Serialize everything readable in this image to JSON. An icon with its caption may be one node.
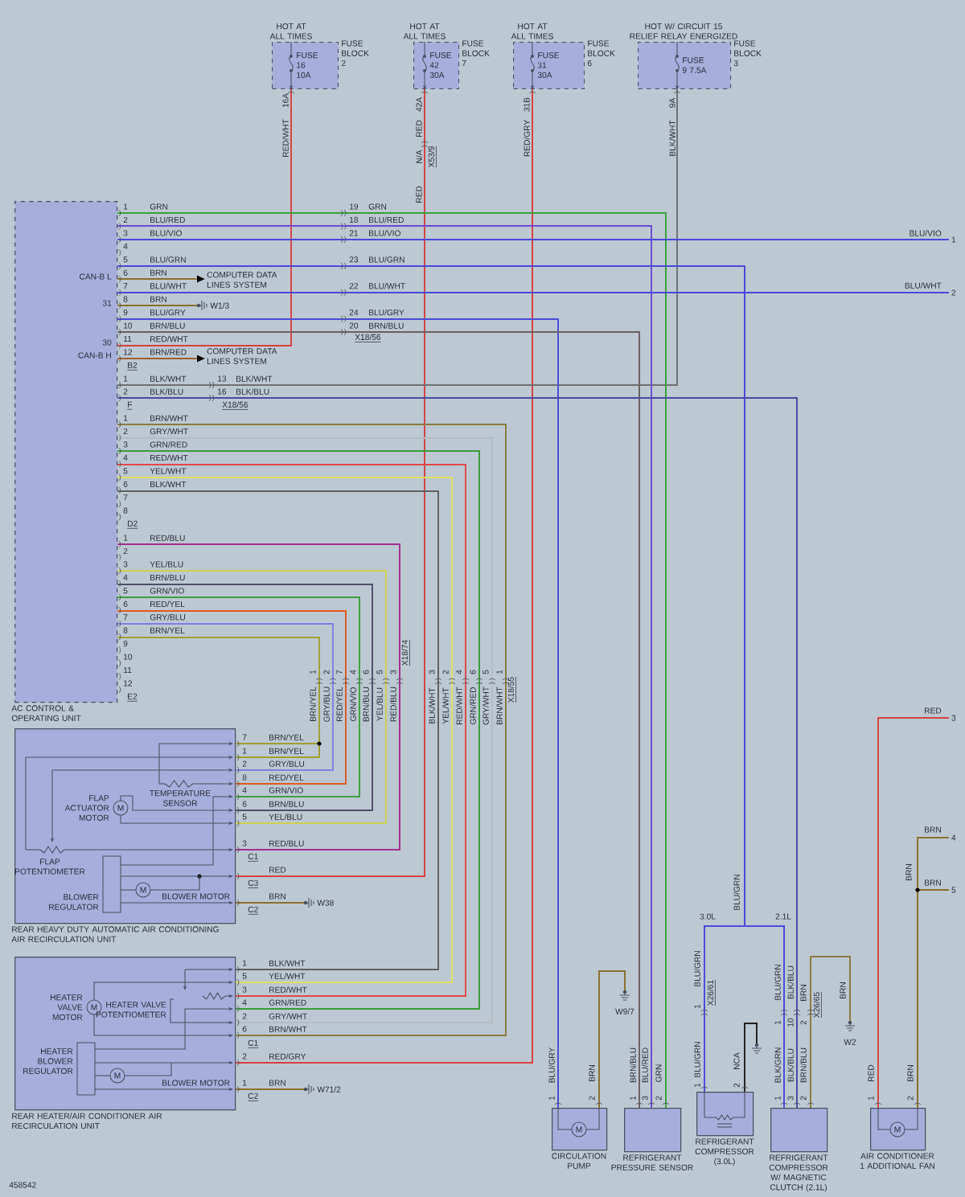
{
  "diagram": {
    "nodes": [
      {
        "text": [
          "HOT AT ALL TIMES",
          "FUSE 16 10A",
          "FUSE BLOCK 2"
        ]
      },
      {
        "text": [
          "HOT AT ALL TIMES",
          "FUSE 42 30A",
          "FUSE BLOCK 7"
        ]
      },
      {
        "text": [
          "HOT AT ALL TIMES",
          "FUSE 31 30A",
          "FUSE BLOCK 6"
        ]
      },
      {
        "text": [
          "HOT W/ CIRCUIT 15 RELIEF RELAY ENERGIZED",
          "FUSE 9 7.5A",
          "FUSE BLOCK 3"
        ]
      },
      {
        "text": [
          "AC CONTROL & OPERATING UNIT"
        ]
      },
      {
        "text": [
          "COMPUTER DATA LINES SYSTEM"
        ]
      },
      {
        "text": [
          "COMPUTER DATA LINES SYSTEM"
        ]
      },
      {
        "text": [
          "W1/3"
        ]
      },
      {
        "text": [
          "REAR HEAVY DUTY AUTOMATIC AIR CONDITIONING AIR RECIRCULATION UNIT"
        ]
      },
      {
        "text": [
          "W38"
        ]
      },
      {
        "text": [
          "REAR HEATER/AIR CONDITIONER AIR RECIRCULATION UNIT"
        ]
      },
      {
        "text": [
          "W71/2"
        ]
      },
      {
        "text": [
          "CIRCULATION PUMP"
        ]
      },
      {
        "text": [
          "W9/7"
        ]
      },
      {
        "text": [
          "REFRIGERANT PRESSURE SENSOR"
        ]
      },
      {
        "text": [
          "REFRIGERANT COMPRESSOR (3.0L)"
        ]
      },
      {
        "text": [],
        "shape": "ground"
      },
      {
        "text": [
          "REFRIGERANT COMPRESSOR W/ MAGNETIC CLUTCH (2.1L)"
        ]
      },
      {
        "text": [
          "W2"
        ]
      },
      {
        "text": [
          "AIR CONDITIONER 1 ADDITIONAL FAN"
        ]
      },
      {
        "text": [
          "1"
        ]
      },
      {
        "text": [
          "2"
        ]
      },
      {
        "text": [
          "3"
        ]
      },
      {
        "text": [
          "4"
        ]
      },
      {
        "text": [
          "5"
        ]
      }
    ],
    "edges": [
      {
        "from": 0,
        "to": 4,
        "arrow": "none",
        "color": "#d84040"
      },
      {
        "from": 1,
        "to": 8,
        "arrow": "none",
        "color": "#d84040"
      },
      {
        "from": 2,
        "to": 10,
        "arrow": "none",
        "color": "#d84040"
      },
      {
        "from": 3,
        "to": 4,
        "arrow": "none",
        "color": "#707070"
      },
      {
        "from": 4,
        "to": 14,
        "arrow": "none",
        "color": "#3aa03a"
      },
      {
        "from": 4,
        "to": 14,
        "arrow": "none",
        "color": "#6a4ad0"
      },
      {
        "from": 4,
        "to": 20,
        "arrow": "none",
        "color": "#4a4ad8"
      },
      {
        "from": 4,
        "to": 15,
        "arrow": "none",
        "color": "#4a4ad8"
      },
      {
        "from": 4,
        "to": 17,
        "arrow": "none",
        "color": "#4a4ad8"
      },
      {
        "from": 4,
        "to": 5,
        "arrow": "to",
        "color": "#8a7030"
      },
      {
        "from": 4,
        "to": 21,
        "arrow": "none",
        "color": "#4a4ad8"
      },
      {
        "from": 4,
        "to": 7,
        "arrow": "none",
        "color": "#8a7030"
      },
      {
        "from": 4,
        "to": 12,
        "arrow": "none",
        "color": "#4a4ad8"
      },
      {
        "from": 4,
        "to": 14,
        "arrow": "none",
        "color": "#6a6060"
      },
      {
        "from": 4,
        "to": 6,
        "arrow": "to",
        "color": "#a06030"
      },
      {
        "from": 4,
        "to": 17,
        "arrow": "none",
        "color": "#4a4aa0"
      },
      {
        "from": 4,
        "to": 10,
        "arrow": "none",
        "color": "#8a7a40"
      },
      {
        "from": 4,
        "to": 10,
        "arrow": "none",
        "color": "#b4bcc4"
      },
      {
        "from": 4,
        "to": 10,
        "arrow": "none",
        "color": "#3a9a3a"
      },
      {
        "from": 4,
        "to": 10,
        "arrow": "none",
        "color": "#e04848"
      },
      {
        "from": 4,
        "to": 10,
        "arrow": "none",
        "color": "#e0e060"
      },
      {
        "from": 4,
        "to": 10,
        "arrow": "none",
        "color": "#606060"
      },
      {
        "from": 4,
        "to": 8,
        "arrow": "none",
        "color": "#a03090"
      },
      {
        "from": 4,
        "to": 8,
        "arrow": "none",
        "color": "#d0d050"
      },
      {
        "from": 4,
        "to": 8,
        "arrow": "none",
        "color": "#50506a"
      },
      {
        "from": 4,
        "to": 8,
        "arrow": "none",
        "color": "#40a040"
      },
      {
        "from": 4,
        "to": 8,
        "arrow": "none",
        "color": "#e05a20"
      },
      {
        "from": 4,
        "to": 8,
        "arrow": "none",
        "color": "#8080e0"
      },
      {
        "from": 4,
        "to": 8,
        "arrow": "none",
        "color": "#a0a030"
      },
      {
        "from": 8,
        "to": 9,
        "arrow": "none",
        "color": "#8a7030"
      },
      {
        "from": 10,
        "to": 11,
        "arrow": "none",
        "color": "#8a7030"
      },
      {
        "from": 12,
        "to": 13,
        "arrow": "none",
        "color": "#8a7030"
      },
      {
        "from": 15,
        "to": 16,
        "arrow": "none",
        "color": "#202020"
      },
      {
        "from": 17,
        "to": 18,
        "arrow": "none",
        "color": "#8a7a40"
      },
      {
        "from": 19,
        "to": 22,
        "arrow": "none",
        "color": "#d84040"
      },
      {
        "from": 19,
        "to": 23,
        "arrow": "none",
        "color": "#8a7030"
      },
      {
        "from": 19,
        "to": 24,
        "arrow": "none",
        "color": "#8a7030"
      }
    ],
    "labels": [
      "16A",
      "RED/WHT",
      "42A",
      "RED",
      "N/A",
      "X53/9",
      "RED",
      "31B",
      "RED/GRY",
      "9A",
      "BLK/WHT",
      "CAN-B L",
      "31",
      "30",
      "CAN-B H",
      "1",
      "GRN",
      "2",
      "BLU/RED",
      "3",
      "BLU/VIO",
      "4",
      "5",
      "BLU/GRN",
      "6",
      "BRN",
      "7",
      "BLU/WHT",
      "8",
      "BRN",
      "9",
      "BLU/GRY",
      "10",
      "BRN/BLU",
      "11",
      "RED/WHT",
      "12",
      "BRN/RED",
      "B2",
      "19",
      "GRN",
      "18",
      "BLU/RED",
      "21",
      "BLU/VIO",
      "23",
      "BLU/GRN",
      "22",
      "BLU/WHT",
      "24",
      "BLU/GRY",
      "20",
      "BRN/BLU",
      "X18/56",
      "BLU/VIO",
      "BLU/WHT",
      "1",
      "BLK/WHT",
      "2",
      "BLK/BLU",
      "F",
      "13",
      "BLK/WHT",
      "16",
      "BLK/BLU",
      "X18/56",
      "1",
      "BRN/WHT",
      "2",
      "GRY/WHT",
      "3",
      "GRN/RED",
      "4",
      "RED/WHT",
      "5",
      "YEL/WHT",
      "6",
      "BLK/WHT",
      "7",
      "8",
      "D2",
      "1",
      "RED/BLU",
      "2",
      "3",
      "YEL/BLU",
      "4",
      "BRN/BLU",
      "5",
      "GRN/VIO",
      "6",
      "RED/YEL",
      "7",
      "GRY/BLU",
      "8",
      "BRN/YEL",
      "9",
      "10",
      "11",
      "12",
      "E2",
      "1",
      "2",
      "7",
      "4",
      "6",
      "5",
      "3",
      "X18/74",
      "BRN/YEL",
      "GRY/BLU",
      "RED/YEL",
      "GRN/VIO",
      "BRN/BLU",
      "YEL/BLU",
      "RED/BLU",
      "3",
      "2",
      "4",
      "6",
      "5",
      "1",
      "X18/55",
      "BLK/WHT",
      "YEL/WHT",
      "RED/WHT",
      "GRN/RED",
      "GRY/WHT",
      "BRN/WHT",
      "7",
      "BRN/YEL",
      "1",
      "BRN/YEL",
      "2",
      "GRY/BLU",
      "8",
      "RED/YEL",
      "4",
      "GRN/VIO",
      "6",
      "BRN/BLU",
      "5",
      "YEL/BLU",
      "3",
      "RED/BLU",
      "C1",
      "RED",
      "C3",
      "BRN",
      "C2",
      "TEMPERATURE SENSOR",
      "FLAP ACTUATOR MOTOR",
      "M",
      "FLAP POTENTIOMETER",
      "BLOWER REGULATOR",
      "M",
      "BLOWER MOTOR",
      "1",
      "BLK/WHT",
      "5",
      "YEL/WHT",
      "3",
      "RED/WHT",
      "4",
      "GRN/RED",
      "2",
      "GRY/WHT",
      "6",
      "BRN/WHT",
      "C1",
      "2",
      "RED/GRY",
      "1",
      "BRN",
      "C2",
      "HEATER VALVE MOTOR",
      "M",
      "HEATER VALVE POTENTIOMETER",
      "HEATER BLOWER REGULATOR",
      "M",
      "BLOWER MOTOR",
      "RED",
      "BRN",
      "BRN",
      "BRN",
      "BLU/GRN",
      "3.0L",
      "2.1L",
      "BLU/GRN",
      "1",
      "X26/61",
      "BLU/GRN",
      "1",
      "NCA",
      "2",
      "BLU/GRN",
      "BLK/BLU",
      "BRN",
      "1",
      "10",
      "2",
      "X26/65",
      "BRN",
      "BLK/GRN",
      "BLK/BLU",
      "BRN/BLU",
      "1",
      "3",
      "2",
      "BLU/GRY",
      "1",
      "BRN",
      "2",
      "M",
      "BRN/BLU",
      "BLU/RED",
      "GRN",
      "1",
      "3",
      "2",
      "RED",
      "1",
      "BRN",
      "2",
      "M",
      "458542"
    ]
  }
}
